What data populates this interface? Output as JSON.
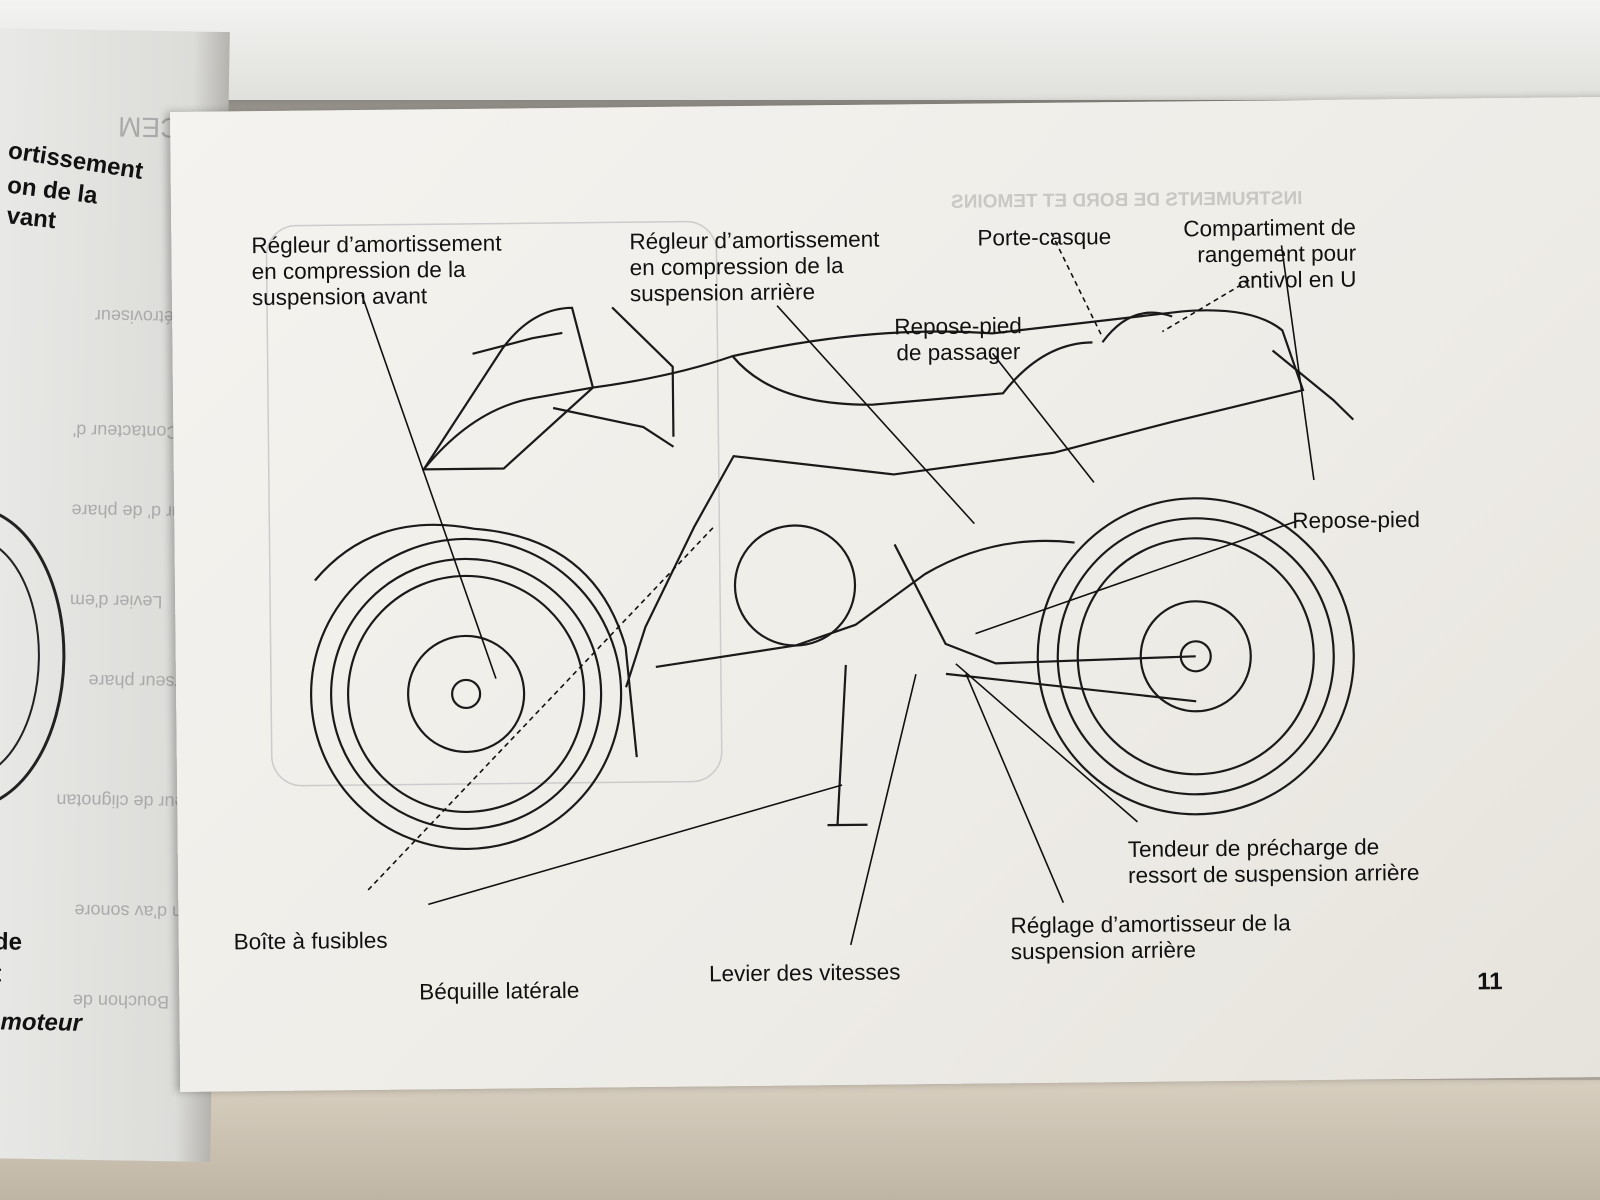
{
  "left_page": {
    "visible_text": [
      "ortissement",
      "on de la",
      "vant",
      "de",
      "t",
      "-moteur"
    ],
    "show_through": [
      "EMPLACEM",
      "Rétroviseur",
      "Contacteur d'",
      "Contacteur d' de phare",
      "Levier d'em",
      "Inverseur phare",
      "Interrupteur de clignotan",
      "Bouton d'av sonore",
      "Bouchon de"
    ]
  },
  "right_page": {
    "show_through_title": "INSTRUMENTS DE BORD ET TEMOINS",
    "labels": {
      "front_compression": "Régleur d’amortissement\nen compression de la\nsuspension avant",
      "rear_compression": "Régleur d’amortissement\nen compression de la\nsuspension arrière",
      "helmet_holder": "Porte-casque",
      "u_lock_storage": "Compartiment de\nrangement pour\nantivol en U",
      "passenger_footpeg": "Repose-pied\nde passager",
      "footpeg": "Repose-pied",
      "preload_adjuster": "Tendeur de précharge de\nressort de suspension arrière",
      "rear_damper": "Réglage d’amortisseur de la\nsuspension arrière",
      "gear_lever": "Levier des vitesses",
      "side_stand": "Béquille latérale",
      "fuse_box": "Boîte à fusibles"
    },
    "page_number": "11"
  }
}
